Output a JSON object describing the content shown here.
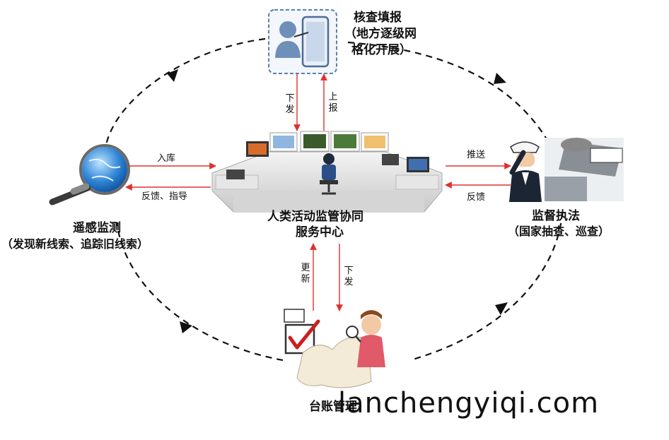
{
  "nodes": {
    "top": {
      "line1": "核查填报",
      "line2": "（地方逐级网",
      "line3": "格化开展）"
    },
    "center": {
      "line1": "人类活动监管协同",
      "line2": "服务中心"
    },
    "left": {
      "line1": "遥感监测",
      "line2": "（发现新线索、追踪旧线索）"
    },
    "right": {
      "line1": "监督执法",
      "line2": "（国家抽查、巡查）"
    },
    "bottom": {
      "line1": "台账管理"
    }
  },
  "edges": {
    "top_down": "下发",
    "top_up": "上报",
    "left_in": "入库",
    "left_back": "反馈、指导",
    "right_out": "推送",
    "right_back": "反馈",
    "bottom_up": "更新",
    "bottom_down": "下发"
  },
  "watermark": "lanchengyiqi.com",
  "colors": {
    "arrow": "#e03030",
    "cycle": "#111111",
    "accent": "#3a7cc4"
  },
  "icons": [
    "tablet-user-icon",
    "magnifier-globe-icon",
    "control-room-icon",
    "police-officer-icon",
    "checklist-person-icon"
  ]
}
